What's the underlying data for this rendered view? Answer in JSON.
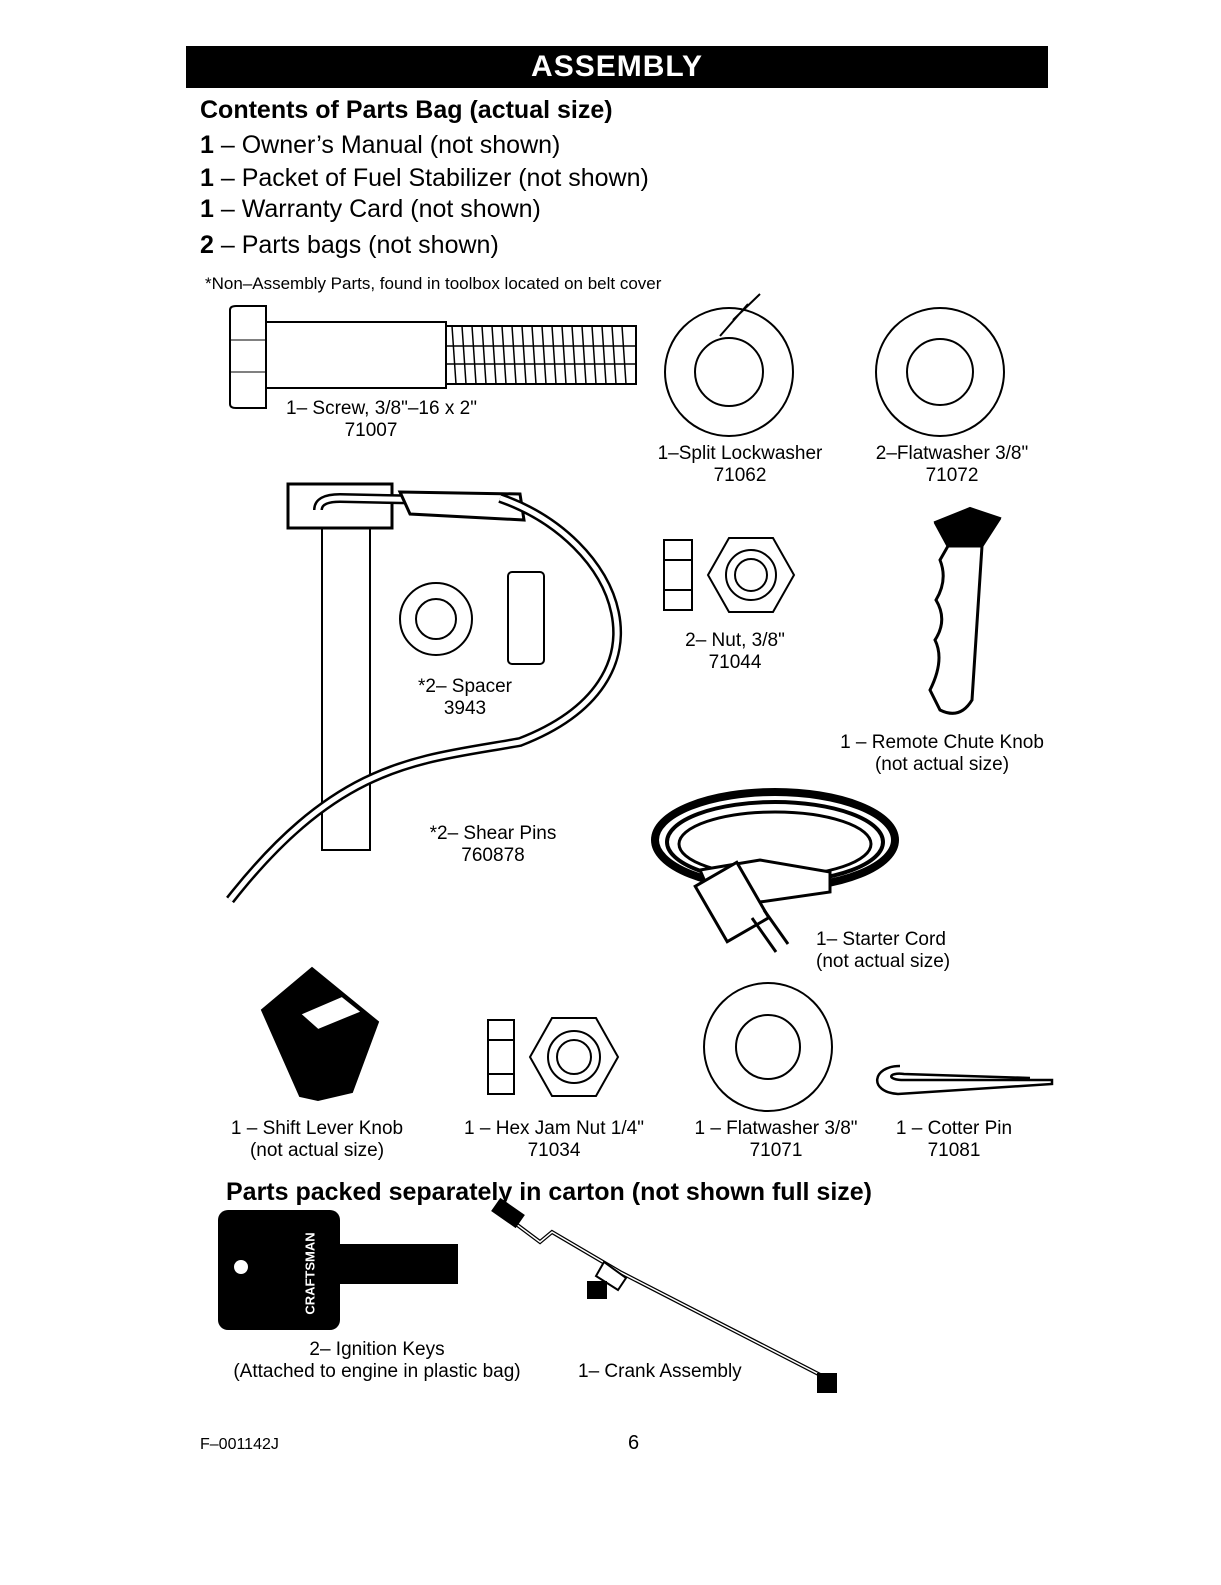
{
  "header": {
    "title": "ASSEMBLY"
  },
  "contents": {
    "heading": "Contents of Parts Bag (actual size)",
    "items": [
      {
        "qty": "1",
        "text": "– Owner’s Manual (not shown)"
      },
      {
        "qty": "1",
        "text": "– Packet of Fuel Stabilizer (not shown)"
      },
      {
        "qty": "1",
        "text": "– Warranty Card (not shown)"
      },
      {
        "qty": "2",
        "text": "– Parts bags (not shown)"
      }
    ],
    "note": "*Non–Assembly Parts, found in toolbox located on belt cover"
  },
  "parts": {
    "screw": {
      "name": "1– Screw, 3/8\"–16 x 2\"",
      "number": "71007"
    },
    "lockwasher": {
      "name": "1–Split Lockwasher",
      "number": "71062"
    },
    "flatwasher2": {
      "name": "2–Flatwasher 3/8\"",
      "number": "71072"
    },
    "nut": {
      "name": "2– Nut, 3/8\"",
      "number": "71044"
    },
    "spacer": {
      "name": "*2– Spacer",
      "number": "3943"
    },
    "chute_knob": {
      "name": "1 – Remote Chute Knob",
      "note": "(not actual size)"
    },
    "shear_pins": {
      "name": "*2– Shear Pins",
      "number": "760878"
    },
    "starter_cord": {
      "name": "1– Starter Cord",
      "note": "(not actual size)"
    },
    "shift_knob": {
      "name": "1 – Shift Lever Knob",
      "note": "(not actual size)"
    },
    "hex_jam_nut": {
      "name": "1 – Hex Jam Nut 1/4\"",
      "number": "71034"
    },
    "flatwasher1": {
      "name": "1 – Flatwasher 3/8\"",
      "number": "71071"
    },
    "cotter_pin": {
      "name": "1 – Cotter Pin",
      "number": "71081"
    }
  },
  "separate": {
    "heading": "Parts packed separately in carton (not shown full size)",
    "keys": {
      "name": "2– Ignition Keys",
      "note": "(Attached to engine in plastic bag)",
      "brand": "CRAFTSMAN"
    },
    "crank": {
      "name": "1– Crank Assembly"
    }
  },
  "footer": {
    "code": "F–001142J",
    "page": "6"
  }
}
